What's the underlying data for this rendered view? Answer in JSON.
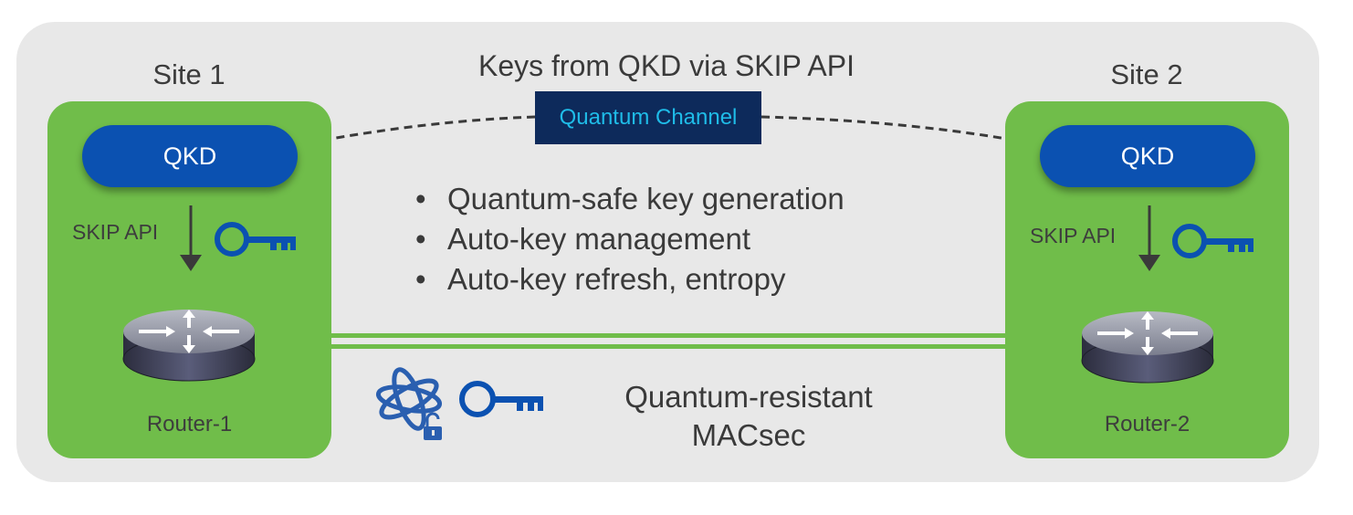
{
  "title": "Keys from QKD via SKIP API",
  "quantum_channel_label": "Quantum Channel",
  "bullets": [
    "Quantum-safe key generation",
    "Auto-key management",
    "Auto-key refresh, entropy"
  ],
  "link_label_line1": "Quantum-resistant",
  "link_label_line2": "MACsec",
  "sites": [
    {
      "title": "Site 1",
      "qkd_label": "QKD",
      "api_label": "SKIP API",
      "router_label": "Router-1"
    },
    {
      "title": "Site 2",
      "qkd_label": "QKD",
      "api_label": "SKIP API",
      "router_label": "Router-2"
    }
  ],
  "icons": {
    "key": "key-icon",
    "atom_lock": "atom-lock-icon",
    "router": "router-icon",
    "arrow_down": "arrow-down-icon"
  },
  "colors": {
    "panel": "#e8e8e8",
    "site_green": "#70bd4a",
    "qkd_blue": "#0b51b1",
    "channel_bg": "#0d2a5b",
    "channel_text": "#1fbce8",
    "key_blue": "#0b51b1"
  }
}
